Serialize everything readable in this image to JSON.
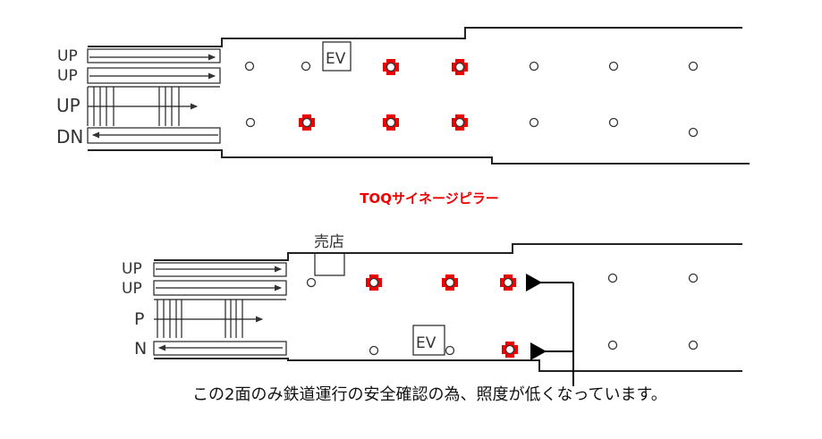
{
  "top_diagram": {
    "escalator_labels": [
      "UP",
      "UP",
      "UP",
      "DN"
    ],
    "elevator_label": "EV"
  },
  "title": "TOQサイネージピラー",
  "bottom_diagram": {
    "escalator_labels": [
      "UP",
      "UP",
      "P",
      "N"
    ],
    "shop_label": "売店",
    "elevator_label": "EV"
  },
  "caption": "この2面のみ鉄道運行の安全確認の為、照度が低くなっています。",
  "colors": {
    "signage_pillar": "#ee0000",
    "title": "#ee0000"
  }
}
